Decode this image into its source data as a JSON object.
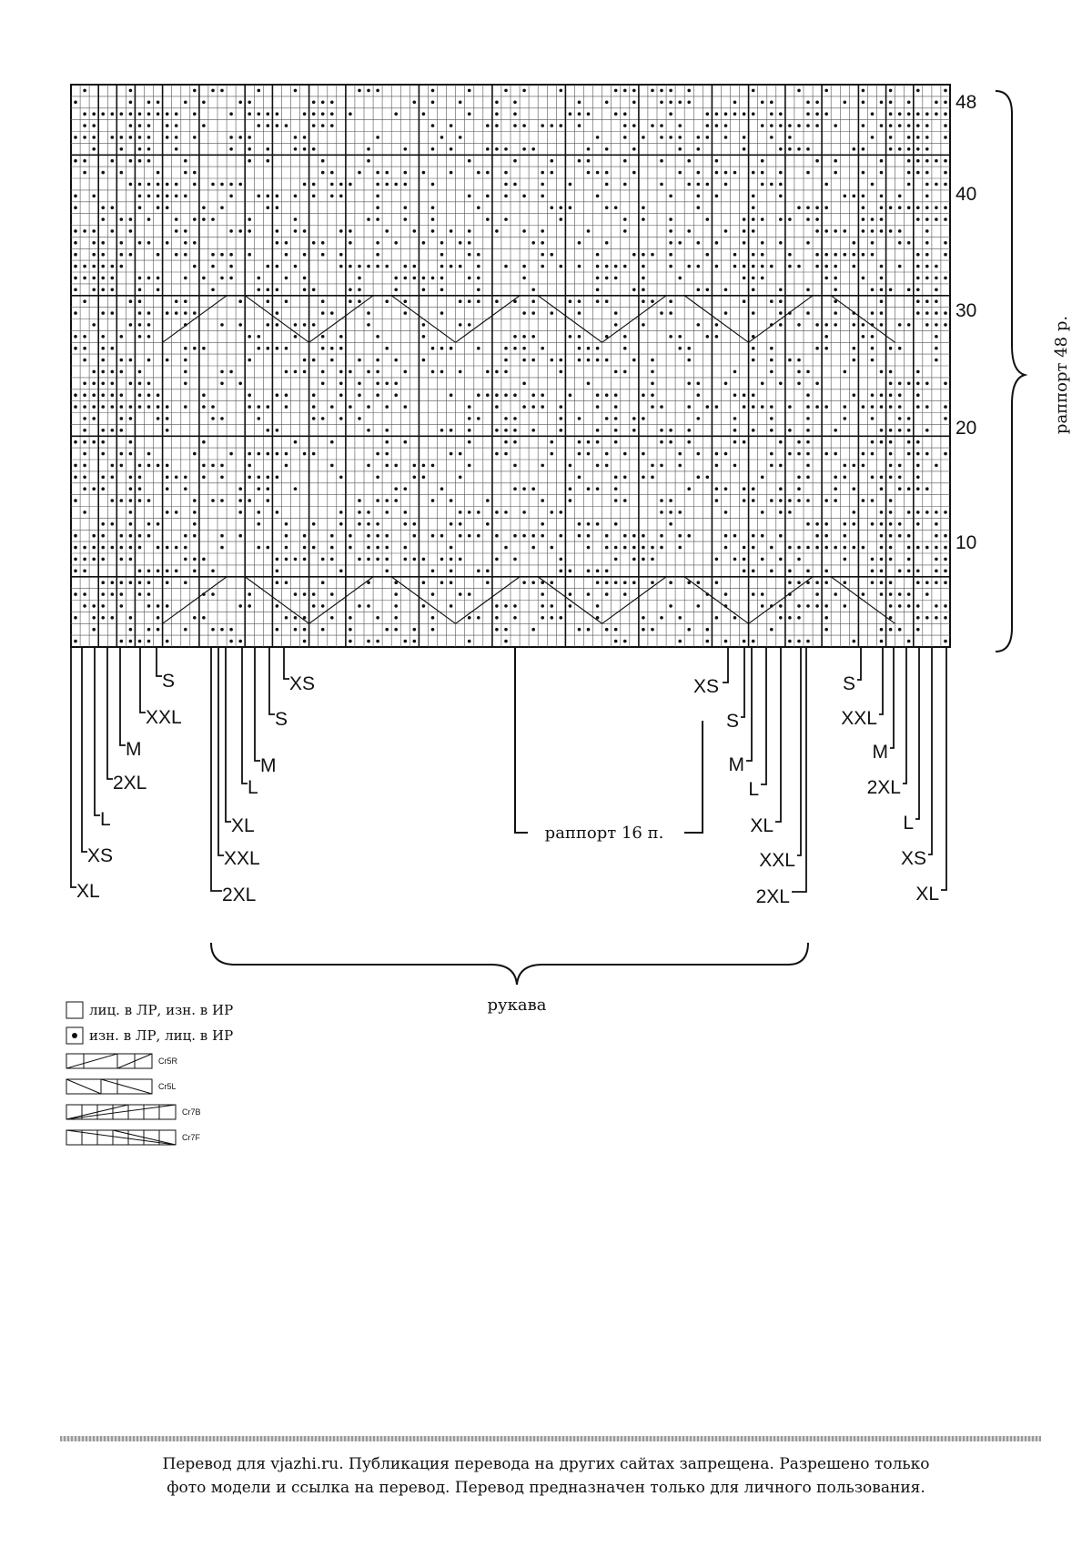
{
  "row_labels": [
    "48",
    "40",
    "30",
    "20",
    "10"
  ],
  "left_sizes_upper": [
    "S",
    "XXL",
    "M",
    "2XL",
    "L",
    "XS",
    "XL"
  ],
  "left_sizes_mid": [
    "XS",
    "S",
    "M",
    "L",
    "XL",
    "XXL",
    "2XL"
  ],
  "right_sizes_mid": [
    "XS",
    "S",
    "M",
    "L",
    "XL",
    "XXL",
    "2XL"
  ],
  "right_sizes_outer": [
    "S",
    "XXL",
    "M",
    "2XL",
    "L",
    "XS",
    "XL"
  ],
  "repeat_stitches_label": "раппорт 16 п.",
  "repeat_rows_label": "раппорт 48 р.",
  "sleeves_label": "рукава",
  "legend": {
    "knit": "лиц. в ЛР, изн. в ИР",
    "purl": "изн. в ЛР, лиц. в ИР",
    "cr5r": "Cr5R",
    "cr5l": "Cr5L",
    "cr7b": "Cr7B",
    "cr7f": "Cr7F"
  },
  "footer": {
    "line1": "Перевод для vjazhi.ru. Публикация перевода на других сайтах запрещена. Разрешено только",
    "line2": "фото модели и ссылка на перевод.  Перевод предназначен только для личного пользования."
  }
}
